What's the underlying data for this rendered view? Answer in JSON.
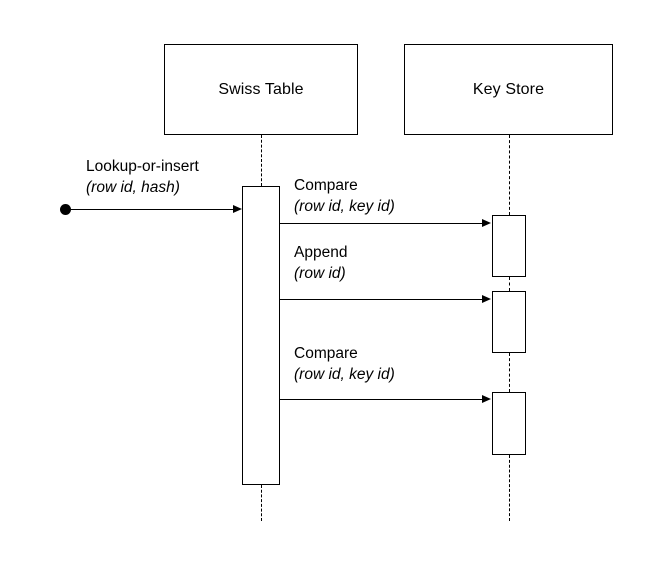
{
  "diagram": {
    "type": "sequence-diagram",
    "background_color": "#ffffff",
    "stroke_color": "#000000",
    "participants": [
      {
        "id": "swiss-table",
        "label": "Swiss Table"
      },
      {
        "id": "key-store",
        "label": "Key Store"
      }
    ],
    "messages": [
      {
        "id": "lookup-or-insert",
        "from": "start",
        "to": "swiss-table",
        "name": "Lookup-or-insert",
        "params": "(row id, hash)"
      },
      {
        "id": "compare-1",
        "from": "swiss-table",
        "to": "key-store",
        "name": "Compare",
        "params": "(row id, key id)"
      },
      {
        "id": "append",
        "from": "swiss-table",
        "to": "key-store",
        "name": "Append",
        "params": "(row id)"
      },
      {
        "id": "compare-2",
        "from": "swiss-table",
        "to": "key-store",
        "name": "Compare",
        "params": "(row id, key id)"
      }
    ]
  }
}
